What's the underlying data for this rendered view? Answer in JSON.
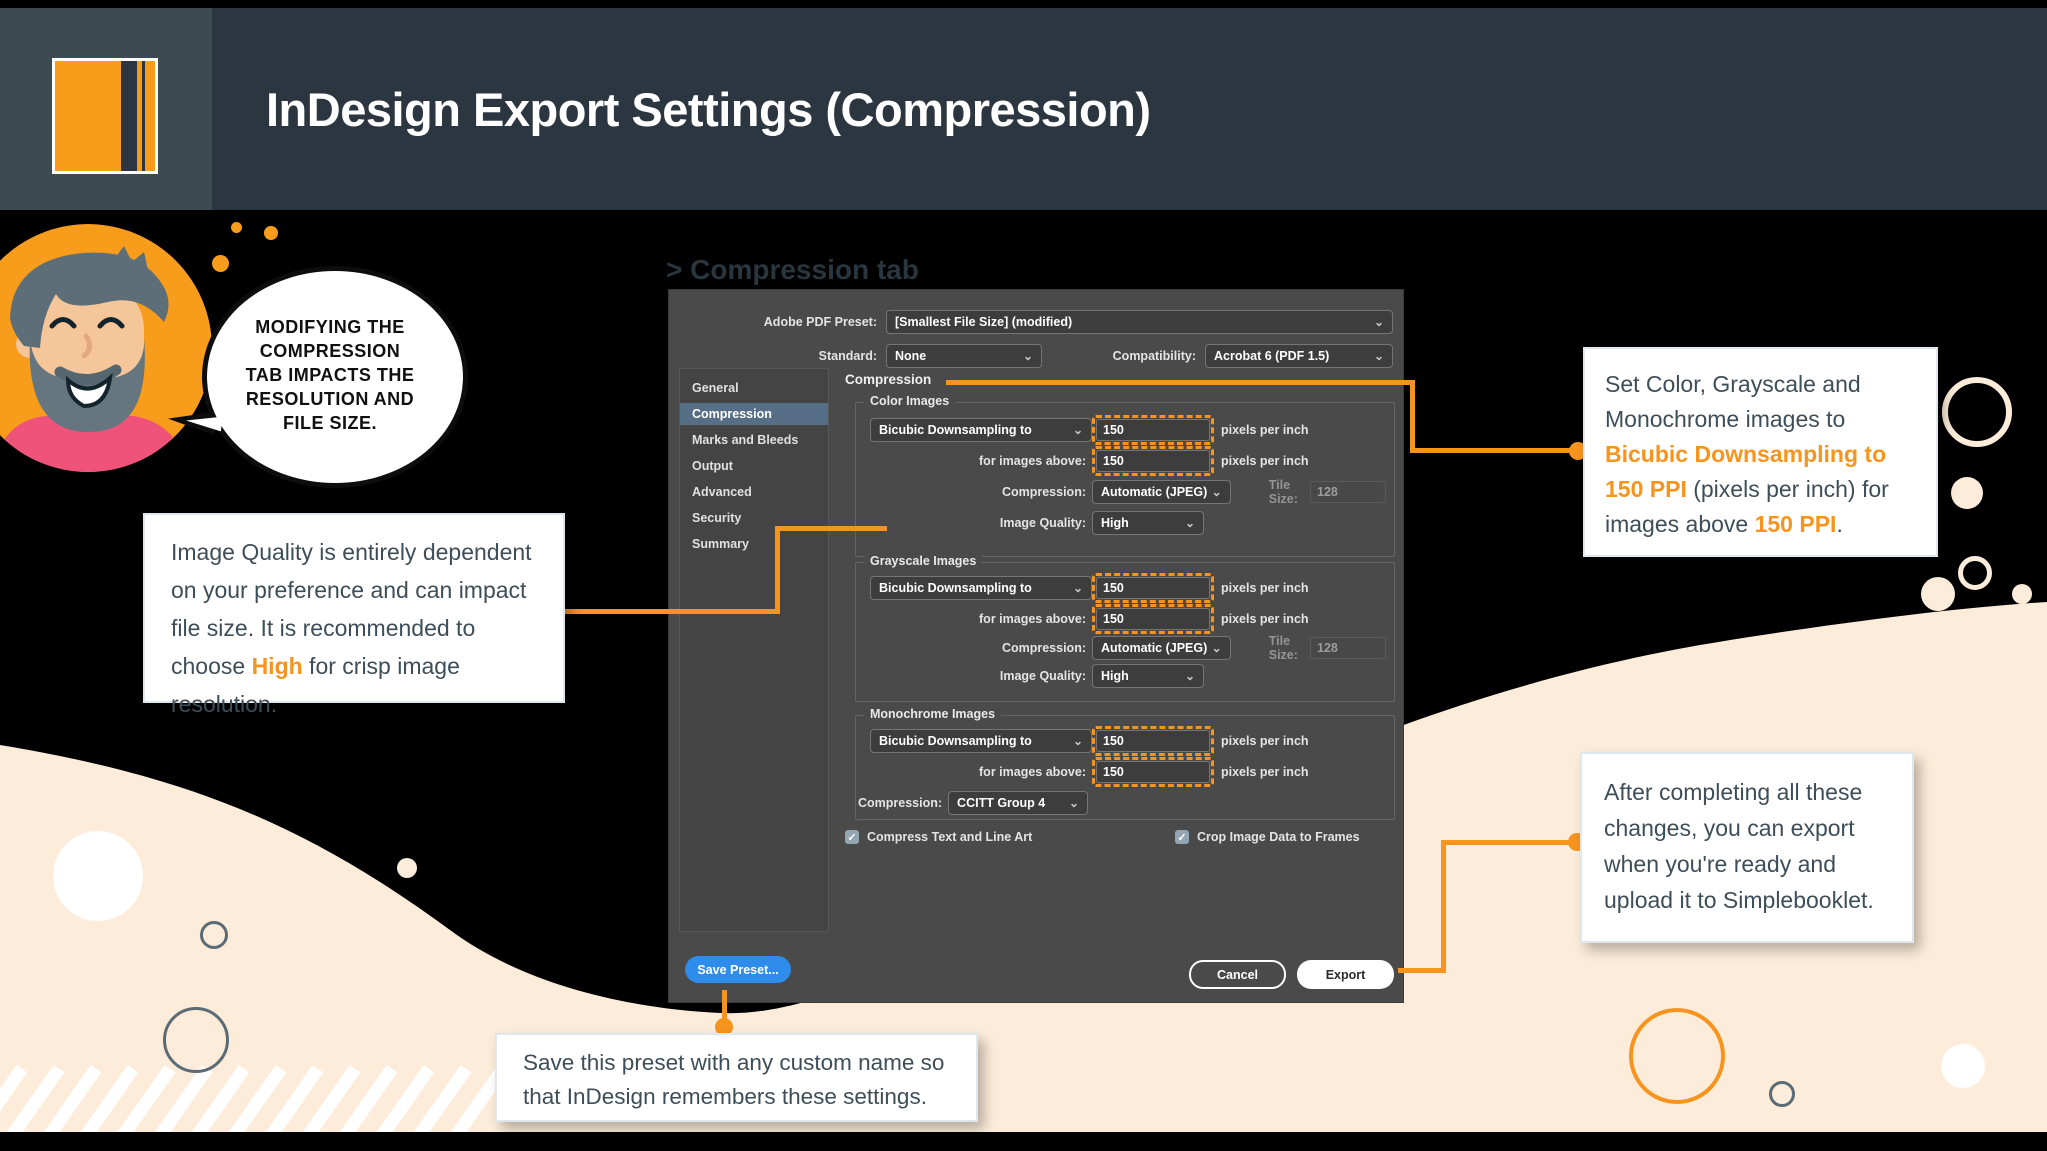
{
  "header": {
    "title": "InDesign Export Settings (Compression)"
  },
  "mascot": {
    "speech": "MODIFYING THE\nCOMPRESSION\nTAB IMPACTS THE\nRESOLUTION AND\nFILE SIZE."
  },
  "section_heading": "> Compression tab",
  "dialog": {
    "preset": {
      "label": "Adobe PDF Preset:",
      "value": "[Smallest File Size] (modified)"
    },
    "standard": {
      "label": "Standard:",
      "value": "None"
    },
    "compatibility": {
      "label": "Compatibility:",
      "value": "Acrobat 6 (PDF 1.5)"
    },
    "sidebar": [
      "General",
      "Compression",
      "Marks and Bleeds",
      "Output",
      "Advanced",
      "Security",
      "Summary"
    ],
    "content_title": "Compression",
    "color": {
      "title": "Color Images",
      "downsampling": "Bicubic Downsampling to",
      "ppi": "150",
      "unit": "pixels per inch",
      "above_label": "for images above:",
      "above_ppi": "150",
      "compression_label": "Compression:",
      "compression": "Automatic (JPEG)",
      "tile_label": "Tile Size:",
      "tile_value": "128",
      "quality_label": "Image Quality:",
      "quality": "High"
    },
    "grayscale": {
      "title": "Grayscale Images",
      "downsampling": "Bicubic Downsampling to",
      "ppi": "150",
      "unit": "pixels per inch",
      "above_label": "for images above:",
      "above_ppi": "150",
      "compression_label": "Compression:",
      "compression": "Automatic (JPEG)",
      "tile_label": "Tile Size:",
      "tile_value": "128",
      "quality_label": "Image Quality:",
      "quality": "High"
    },
    "monochrome": {
      "title": "Monochrome Images",
      "downsampling": "Bicubic Downsampling to",
      "ppi": "150",
      "unit": "pixels per inch",
      "above_label": "for images above:",
      "above_ppi": "150",
      "compression_label": "Compression:",
      "compression": "CCITT Group 4"
    },
    "checkboxes": {
      "compress_text": "Compress Text and Line Art",
      "crop_image": "Crop Image Data to Frames"
    },
    "buttons": {
      "save_preset": "Save Preset...",
      "cancel": "Cancel",
      "export": "Export"
    }
  },
  "callouts": {
    "downsampling": {
      "segments": [
        {
          "text": "Set Color, Grayscale and Monochrome images to "
        },
        {
          "text": "Bicubic Downsampling to 150 PPI",
          "style": "orange"
        },
        {
          "text": " (pixels per inch) for images above "
        },
        {
          "text": "150 PPI",
          "style": "orange"
        },
        {
          "text": "."
        }
      ]
    },
    "image_quality": {
      "segments": [
        {
          "text": "Image Quality is entirely dependent on your preference and can impact file size. It is recommended to choose "
        },
        {
          "text": "High",
          "style": "orange"
        },
        {
          "text": " for crisp image resolution."
        }
      ]
    },
    "export": {
      "text": "After completing all these changes, you can export when you're ready and upload it to Simplebooklet."
    },
    "save_preset": {
      "text": "Save this preset with any custom name so that InDesign remembers these settings."
    }
  },
  "colors": {
    "accent_orange": "#F7941E",
    "cream": "#FCECD9",
    "header_slate": "#2B3640",
    "dialog_gray": "#4A4A4A",
    "save_button_blue": "#2E8CEB",
    "selected_row_blue": "#566F86"
  }
}
